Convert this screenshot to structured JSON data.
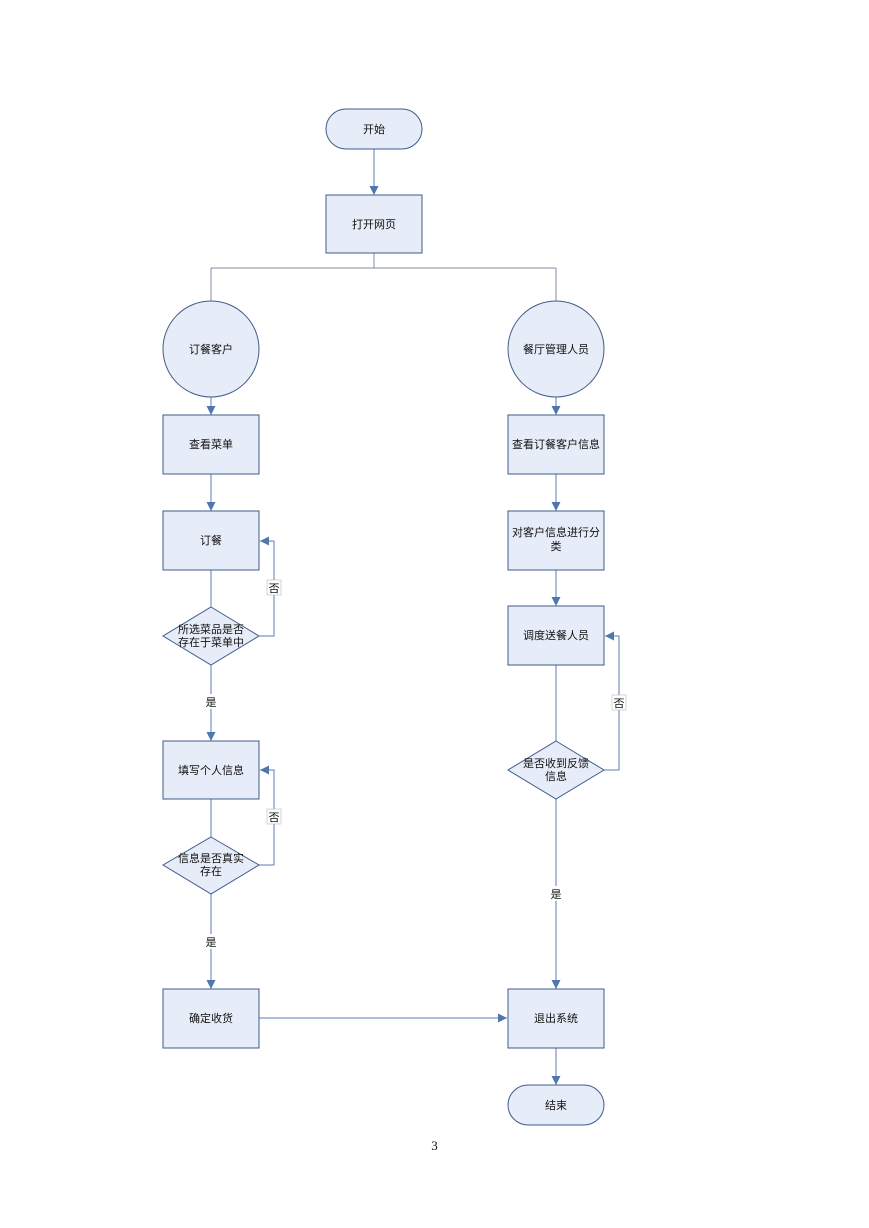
{
  "nodes": {
    "start": "开始",
    "open_page": "打开网页",
    "customer": "订餐客户",
    "manager": "餐厅管理人员",
    "view_menu": "查看菜单",
    "order": "订餐",
    "dish_check": [
      "所选菜品是否",
      "存在于菜单中"
    ],
    "fill_info": "填写个人信息",
    "info_check": [
      "信息是否真实",
      "存在"
    ],
    "confirm_receipt": "确定收货",
    "view_customer_info": "查看订餐客户信息",
    "classify_info": [
      "对客户信息进行分",
      "类"
    ],
    "dispatch": "调度送餐人员",
    "feedback_check": [
      "是否收到反馈",
      "信息"
    ],
    "exit_system": "退出系统",
    "end": "结束"
  },
  "edge_labels": {
    "dish_no": "否",
    "dish_yes": "是",
    "info_no": "否",
    "info_yes": "是",
    "feedback_no": "否",
    "feedback_yes": "是"
  },
  "colors": {
    "node_fill": "#e6ecf8",
    "node_stroke": "#3f5d8a",
    "arrow": "#4f76ad"
  },
  "page_number": "3"
}
